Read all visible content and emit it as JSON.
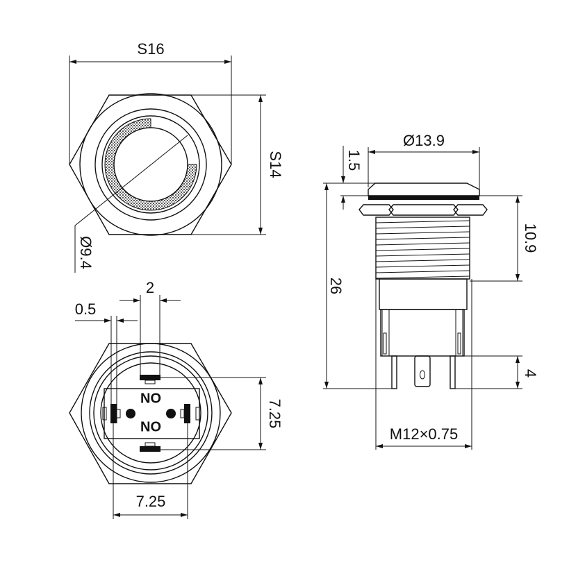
{
  "top_view": {
    "width_label": "S16",
    "height_label": "S14",
    "diameter_label": "Ø9.4"
  },
  "bottom_view": {
    "terminal_width_label": "2",
    "terminal_thickness_label": "0.5",
    "vertical_spacing_label": "7.25",
    "horizontal_spacing_label": "7.25",
    "contact_labels": [
      "NO",
      "NO"
    ]
  },
  "side_view": {
    "cap_diameter_label": "Ø13.9",
    "cap_height_label": "1.5",
    "total_length_label": "26",
    "thread_length_label": "10.9",
    "pin_length_label": "4",
    "thread_label": "M12×0.75"
  },
  "colors": {
    "line": "#111111",
    "background": "#ffffff"
  }
}
